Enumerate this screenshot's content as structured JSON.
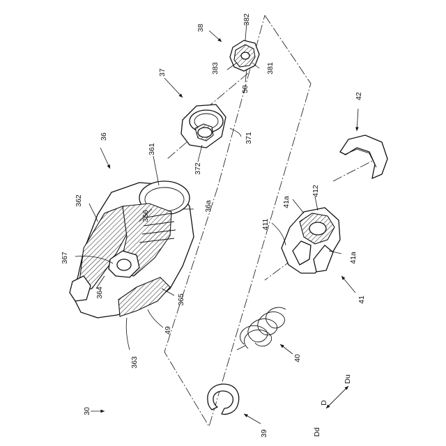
{
  "figure_ref": "30",
  "direction": {
    "axis": "D",
    "up": "Du",
    "down": "Dd"
  },
  "parts": {
    "p38": {
      "label": "38",
      "sub": [
        "382",
        "383",
        "381",
        "50"
      ]
    },
    "p37": {
      "label": "37",
      "sub": [
        "371",
        "372"
      ]
    },
    "p36": {
      "label": "36",
      "sub": [
        "361",
        "362",
        "366",
        "36a",
        "367",
        "364",
        "365",
        "363",
        "49"
      ]
    },
    "p42": {
      "label": "42"
    },
    "p41": {
      "label": "41",
      "sub": [
        "412",
        "41a",
        "411",
        "41a"
      ]
    },
    "p40": {
      "label": "40"
    },
    "p39": {
      "label": "39"
    }
  }
}
